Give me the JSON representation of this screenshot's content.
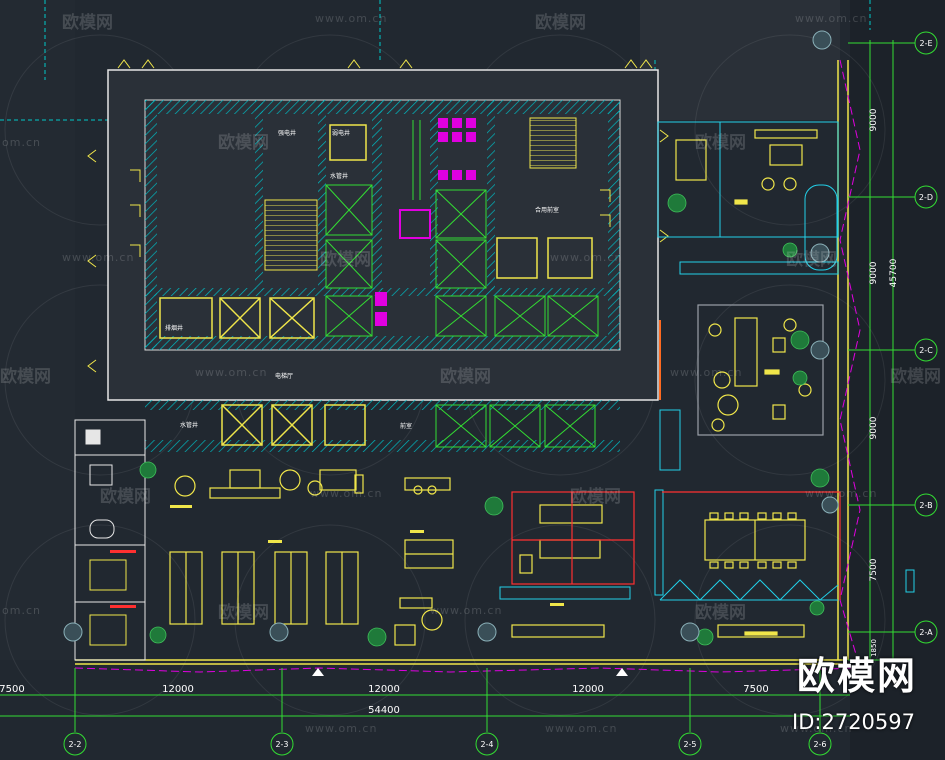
{
  "drawing": {
    "grid_bottom": {
      "spans": [
        "7500",
        "12000",
        "12000",
        "12000",
        "7500"
      ],
      "total": "54400",
      "axes": [
        "2-2",
        "2-3",
        "2-4",
        "2-5",
        "2-6"
      ]
    },
    "grid_right": {
      "spans": [
        "9000",
        "9000",
        "9000",
        "7500",
        "1850"
      ],
      "total": "45700",
      "axes": [
        "2-E",
        "2-D",
        "2-C",
        "2-B",
        "2-A"
      ]
    },
    "room_labels": [
      "合用前室",
      "水管井",
      "强电井",
      "弱电井",
      "电梯厅",
      "排烟井",
      "水管井",
      "前室"
    ],
    "colors": {
      "background": "#212830",
      "wall": "#ffffff",
      "core_hatch": "#00c8c8",
      "furniture": "#f0e64a",
      "magenta": "#e000e0",
      "red": "#ff3030",
      "green": "#33dd33",
      "cyan": "#22d0e8"
    }
  },
  "watermark": {
    "brand": "欧模网",
    "url": "www.om.cn",
    "url_short": "om.cn"
  },
  "badge": {
    "brand": "欧模网",
    "id": "ID:2720597"
  }
}
